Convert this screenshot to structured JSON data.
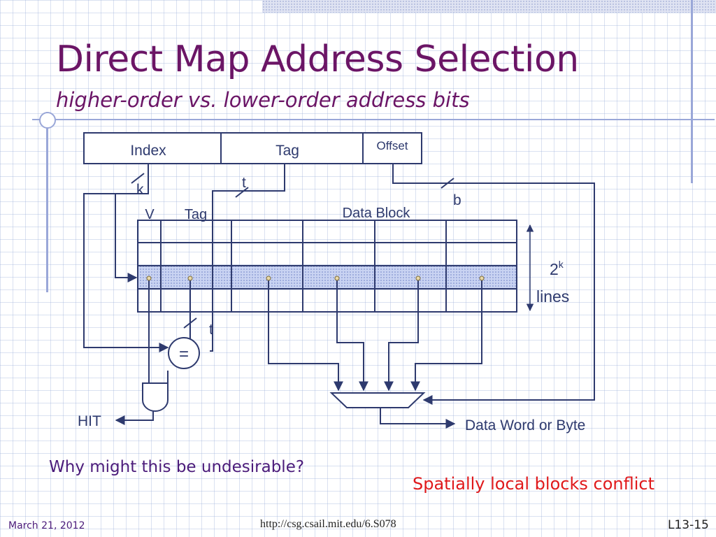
{
  "slide": {
    "title": "Direct Map Address Selection",
    "subtitle": "higher-order vs. lower-order address bits",
    "question": "Why might this be undesirable?",
    "answer": "Spatially local blocks conflict",
    "footer": {
      "date": "March 21, 2012",
      "url": "http://csg.csail.mit.edu/6.S078",
      "page": "L13-15"
    }
  },
  "diagram": {
    "address_fields": {
      "index": "Index",
      "tag": "Tag",
      "offset": "Offset"
    },
    "bit_widths": {
      "k": "k",
      "t_top": "t",
      "b": "b",
      "t_compare": "t"
    },
    "columns": {
      "valid": "V",
      "tag": "Tag",
      "data_block": "Data Block"
    },
    "lines_label_base": "2",
    "lines_label_exp": "k",
    "lines_label": "lines",
    "comparator_symbol": "=",
    "hit_label": "HIT",
    "output_label": "Data Word or Byte"
  },
  "colors": {
    "title": "#6b1566",
    "question": "#4b1b7a",
    "answer": "#e0191b",
    "wires": "#2e3a6e",
    "field_text": "#2e3a6e",
    "selected_row": "#b9c6ee"
  }
}
